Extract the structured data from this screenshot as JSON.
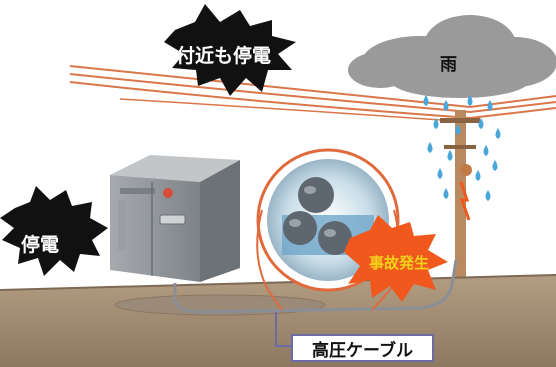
{
  "labels": {
    "outage_nearby": "付近も停電",
    "outage": "停電",
    "rain": "雨",
    "accident": "事故発生",
    "cable": "高圧ケーブル"
  },
  "colors": {
    "ground": "#a08a70",
    "ground_edge": "#7d6a55",
    "wire": "#d9764a",
    "cabinet": "#8e9297",
    "cloud": "#9a9a9a",
    "rain_drop": "#49a6d9",
    "burst": "#f0581e",
    "burst_text": "#f2d21a",
    "callout_border": "#6e6aa6",
    "cable_ring": "#e06a3c"
  }
}
